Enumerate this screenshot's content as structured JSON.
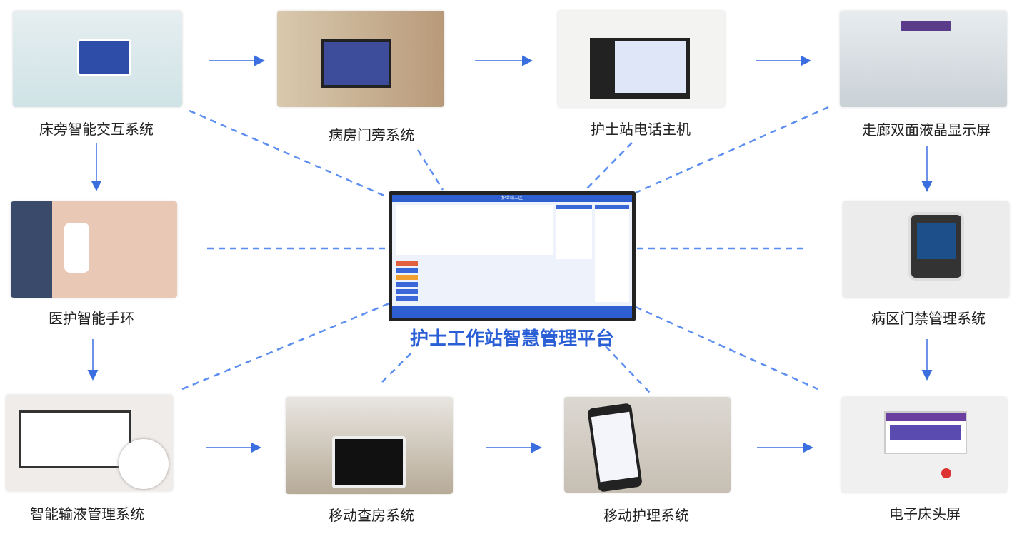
{
  "center": {
    "title": "护士工作站智慧管理平台",
    "screen_header": "护士站二区"
  },
  "nodes": [
    {
      "label": "床旁智能交互系统"
    },
    {
      "label": "病房门旁系统"
    },
    {
      "label": "护士站电话主机"
    },
    {
      "label": "走廊双面液晶显示屏"
    },
    {
      "label": "医护智能手环"
    },
    {
      "label": "病区门禁管理系统"
    },
    {
      "label": "智能输液管理系统"
    },
    {
      "label": "移动查房系统"
    },
    {
      "label": "移动护理系统"
    },
    {
      "label": "电子床头屏"
    }
  ],
  "colors": {
    "accent": "#2a5fd6",
    "arrow": "#3b6fe0",
    "dash": "#5b8ef0"
  }
}
